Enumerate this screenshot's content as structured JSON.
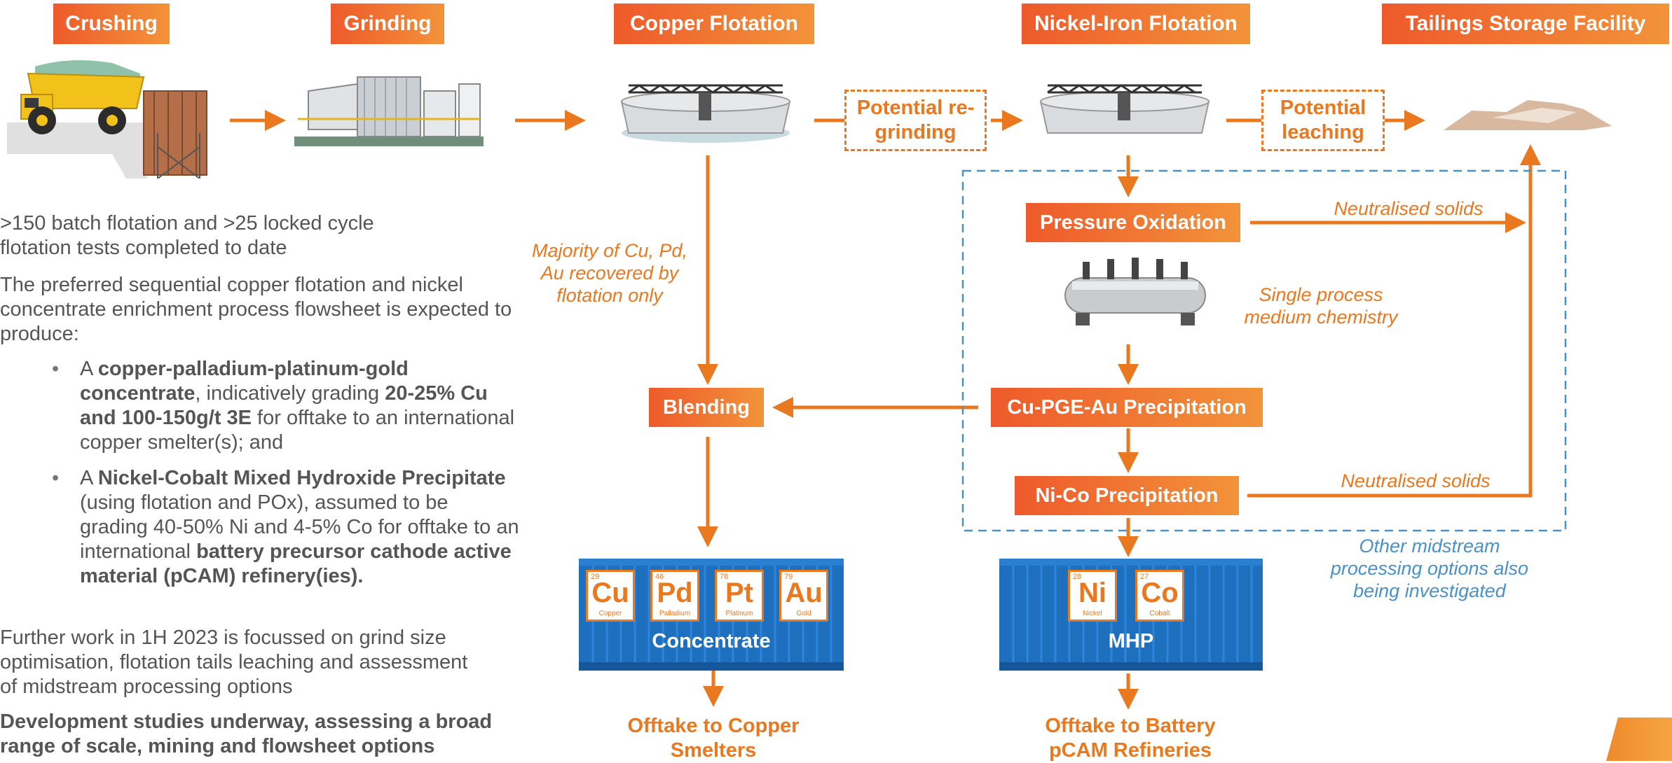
{
  "headers": {
    "crushing": "Crushing",
    "grinding": "Grinding",
    "copper_flotation": "Copper Flotation",
    "nickel_iron_flotation": "Nickel-Iron Flotation",
    "tailings": "Tailings Storage Facility"
  },
  "dashed_boxes": {
    "regrinding": "Potential re-grinding",
    "leaching": "Potential leaching"
  },
  "process_boxes": {
    "pressure_oxidation": "Pressure Oxidation",
    "blending": "Blending",
    "cu_pge_au": "Cu-PGE-Au Precipitation",
    "ni_co": "Ni-Co Precipitation"
  },
  "notes": {
    "majority": "Majority of Cu, Pd, Au recovered by flotation only",
    "neutralised_1": "Neutralised solids",
    "neutralised_2": "Neutralised solids",
    "single_process": "Single process medium chemistry",
    "other_midstream": "Other midstream processing options also being investigated"
  },
  "left_text": {
    "p1": ">150 batch flotation and >25 locked cycle flotation tests completed to date",
    "p2": "The preferred sequential copper flotation and nickel concentrate enrichment process flowsheet is expected to produce:",
    "b1_pre": "A ",
    "b1_bold1": "copper-palladium-platinum-gold concentrate",
    "b1_mid": ", indicatively grading ",
    "b1_bold2": "20-25% Cu and 100-150g/t 3E",
    "b1_post": " for offtake to an international copper smelter(s); and",
    "b2_pre": "A ",
    "b2_bold1": "Nickel-Cobalt Mixed Hydroxide Precipitate",
    "b2_mid": " (using flotation and POx), assumed to be grading 40-50% Ni and 4-5% Co for offtake to an international ",
    "b2_bold2": "battery precursor cathode active material (pCAM) refinery(ies).",
    "p3": "Further work in 1H 2023 is focussed on grind size optimisation, flotation tails leaching and assessment of  midstream processing options",
    "p4": "Development studies underway, assessing a broad range of scale, mining and flowsheet options"
  },
  "containers": {
    "concentrate": {
      "label": "Concentrate",
      "elements": [
        {
          "number": "29",
          "symbol": "Cu",
          "name": "Copper"
        },
        {
          "number": "46",
          "symbol": "Pd",
          "name": "Palladium"
        },
        {
          "number": "78",
          "symbol": "Pt",
          "name": "Platinum"
        },
        {
          "number": "79",
          "symbol": "Au",
          "name": "Gold"
        }
      ]
    },
    "mhp": {
      "label": "MHP",
      "elements": [
        {
          "number": "28",
          "symbol": "Ni",
          "name": "Nickel"
        },
        {
          "number": "27",
          "symbol": "Co",
          "name": "Cobalt"
        }
      ]
    }
  },
  "offtakes": {
    "copper": "Offtake to Copper Smelters",
    "battery": "Offtake to Battery pCAM Refineries"
  },
  "colors": {
    "orange": "#e9781f",
    "container_blue": "#1f6fbf",
    "dashed_blue": "#4a90c9"
  }
}
